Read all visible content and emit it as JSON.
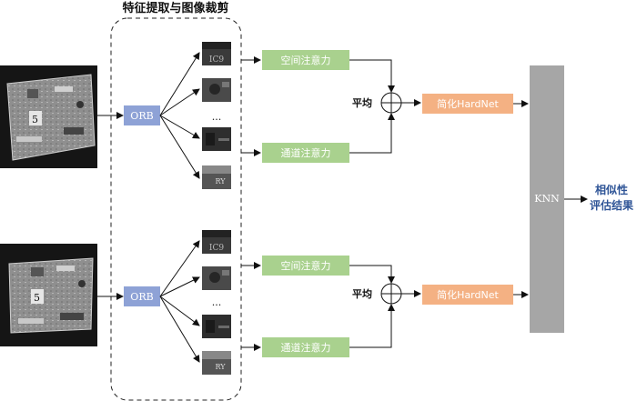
{
  "title": "特征提取与图像裁剪",
  "orb_label": "ORB",
  "ellipsis": "...",
  "spatial_attention": "空间注意力",
  "channel_attention": "通道注意力",
  "average": "平均",
  "hardnet": "简化HardNet",
  "knn": "KNN",
  "result_line1": "相似性",
  "result_line2": "评估结果",
  "patch_text_1": "IC9",
  "patch_text_2": "RY",
  "colors": {
    "orb": "#8ea2d6",
    "attention": "#a9d18e",
    "hardnet": "#f4b183",
    "knn": "#a6a6a6",
    "result_text": "#2f5597",
    "pcb_dark": "#1e1e1e",
    "pcb_board": "#9a9a9a"
  },
  "icons": {
    "pcb_image": "pcb-photo",
    "patch_image": "patch-crop",
    "sum_node": "circle-plus-icon"
  }
}
